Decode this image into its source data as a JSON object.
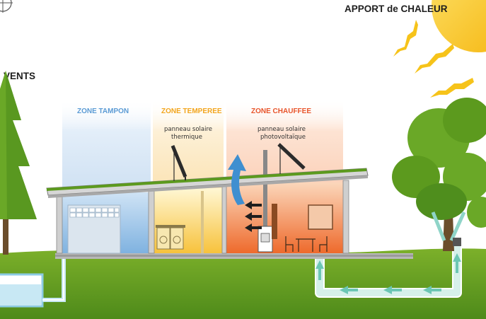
{
  "labels": {
    "apport_chaleur": "APPORT de CHALEUR",
    "vents": "VENTS"
  },
  "zones": {
    "tampon": "ZONE TAMPON",
    "temperee": "ZONE TEMPEREE",
    "chauffee": "ZONE CHAUFFEE"
  },
  "panels": {
    "thermique_line1": "panneau solaire",
    "thermique_line2": "thermique",
    "photovoltaique_line1": "panneau solaire",
    "photovoltaique_line2": "photovoltaïque"
  },
  "colors": {
    "tampon": "#5b9bd5",
    "temperee": "#f2a51c",
    "chauffee": "#e8542a",
    "sky_tampon": "#dce9f6",
    "sky_temperee": "#fbe8c6",
    "sky_chauffee": "#fbd8c4",
    "sun": "#f9c80e",
    "grass": "#5c9a1e",
    "tree": "#6aa827",
    "air_arrow": "#8fd4c8",
    "water": "#c8e8f4"
  }
}
